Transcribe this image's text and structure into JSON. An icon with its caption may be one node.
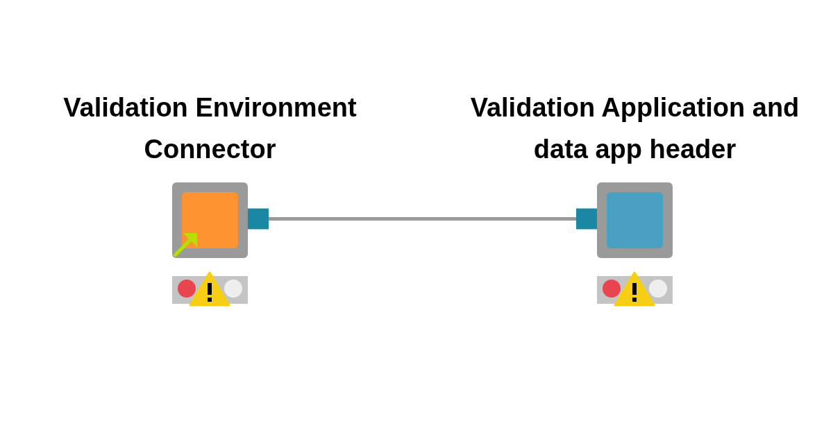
{
  "diagram": {
    "nodes": [
      {
        "text": [
          "Validation Environment Connector"
        ]
      },
      {
        "text": [
          "Validation Application and data app header"
        ]
      }
    ],
    "edges": [
      {
        "from": 0,
        "to": 1,
        "arrow": "none"
      }
    ]
  }
}
